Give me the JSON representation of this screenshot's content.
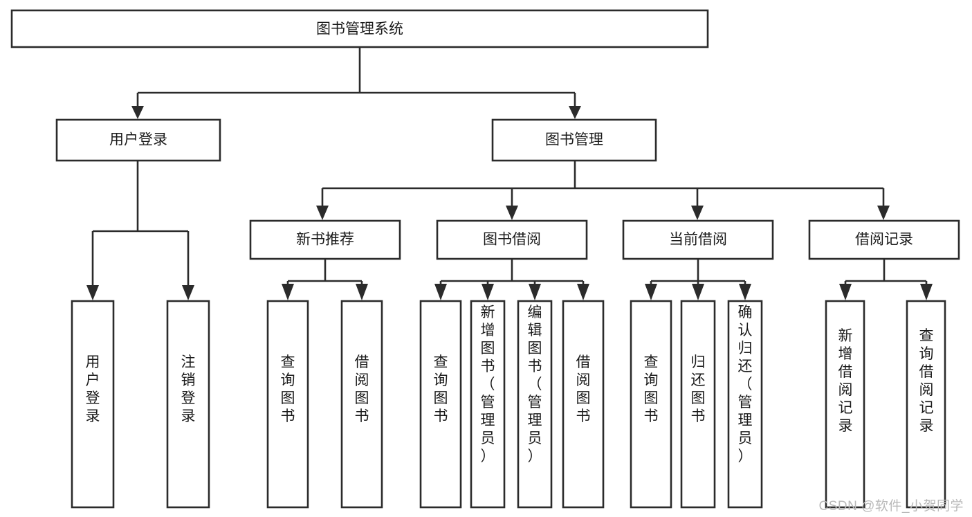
{
  "diagram": {
    "title": "图书管理系统",
    "type": "tree-hierarchy-diagram",
    "watermark": "CSDN @软件_小贺同学",
    "colors": {
      "stroke": "#2b2b2b",
      "fill": "#ffffff",
      "text": "#1a1a1a",
      "watermark": "#b9b9b9"
    },
    "root": {
      "id": "root",
      "label": "图书管理系统"
    },
    "level2": [
      {
        "id": "user-login",
        "label": "用户登录"
      },
      {
        "id": "book-management",
        "label": "图书管理"
      }
    ],
    "level3": [
      {
        "id": "new-book-recommend",
        "label": "新书推荐",
        "parent": "book-management"
      },
      {
        "id": "book-borrow",
        "label": "图书借阅",
        "parent": "book-management"
      },
      {
        "id": "current-borrow",
        "label": "当前借阅",
        "parent": "book-management"
      },
      {
        "id": "borrow-record",
        "label": "借阅记录",
        "parent": "book-management"
      }
    ],
    "leaves": [
      {
        "id": "leaf-user-login",
        "label": "用户登录",
        "parent": "user-login"
      },
      {
        "id": "leaf-user-logout",
        "label": "注销登录",
        "parent": "user-login"
      },
      {
        "id": "leaf-query-book-1",
        "label": "查询图书",
        "parent": "new-book-recommend"
      },
      {
        "id": "leaf-borrow-book-1",
        "label": "借阅图书",
        "parent": "new-book-recommend"
      },
      {
        "id": "leaf-query-book-2",
        "label": "查询图书",
        "parent": "book-borrow"
      },
      {
        "id": "leaf-add-book",
        "label": "新增图书（管理员）",
        "parent": "book-borrow"
      },
      {
        "id": "leaf-edit-book",
        "label": "编辑图书（管理员）",
        "parent": "book-borrow"
      },
      {
        "id": "leaf-borrow-book-2",
        "label": "借阅图书",
        "parent": "book-borrow"
      },
      {
        "id": "leaf-query-book-3",
        "label": "查询图书",
        "parent": "current-borrow"
      },
      {
        "id": "leaf-return-book",
        "label": "归还图书",
        "parent": "current-borrow"
      },
      {
        "id": "leaf-confirm-return",
        "label": "确认归还（管理员）",
        "parent": "current-borrow"
      },
      {
        "id": "leaf-add-record",
        "label": "新增借阅记录",
        "parent": "borrow-record"
      },
      {
        "id": "leaf-query-record",
        "label": "查询借阅记录",
        "parent": "borrow-record"
      }
    ]
  }
}
